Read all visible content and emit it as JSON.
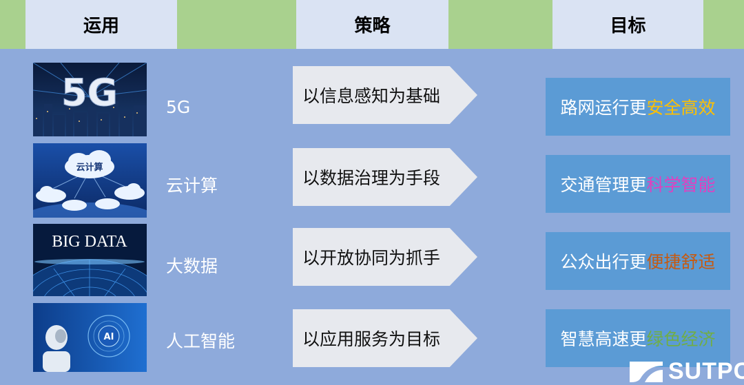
{
  "header": {
    "col1": "运用",
    "col2": "策略",
    "col3": "目标"
  },
  "rows": [
    {
      "usage": "5G",
      "thumb_text": "5G",
      "strategy": "以信息感知为基础",
      "goal_prefix": "路网运行更",
      "goal_highlight": "安全高效",
      "highlight_color": "#ffc000"
    },
    {
      "usage": "云计算",
      "thumb_text": "云计算",
      "strategy": "以数据治理为手段",
      "goal_prefix": "交通管理更",
      "goal_highlight": "科学智能",
      "highlight_color": "#e040c0"
    },
    {
      "usage": "大数据",
      "thumb_text": "BIG DATA",
      "strategy": "以开放协同为抓手",
      "goal_prefix": "公众出行更",
      "goal_highlight": "便捷舒适",
      "highlight_color": "#c55a11"
    },
    {
      "usage": "人工智能",
      "thumb_text": "AI",
      "strategy": "以应用服务为目标",
      "goal_prefix": "智慧高速更",
      "goal_highlight": "绿色经济",
      "highlight_color": "#70ad47"
    }
  ],
  "logo": {
    "text": "SUTPC"
  },
  "colors": {
    "background": "#8eaadb",
    "header_green": "#a9d18e",
    "header_label": "#dae3f3",
    "goal_box": "#5b9bd5"
  }
}
